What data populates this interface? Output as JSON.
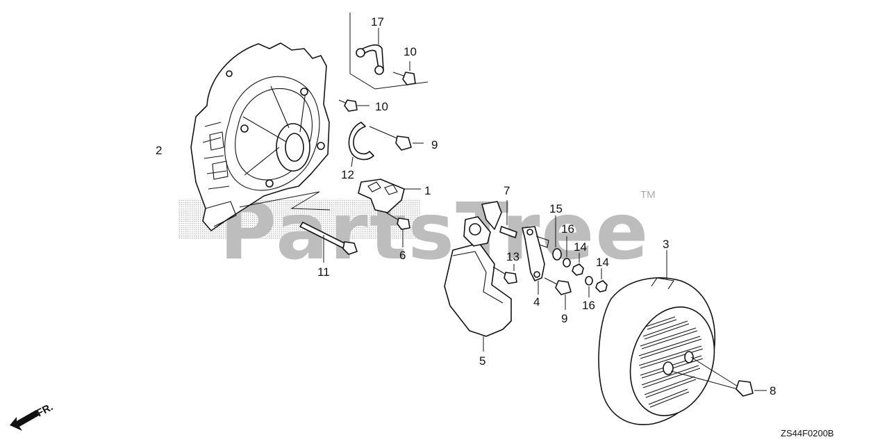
{
  "watermark": {
    "text": "PartsTree",
    "trademark": "TM"
  },
  "diagram_code": "ZS44F0200B",
  "direction_label": "FR.",
  "callouts": [
    "17",
    "10",
    "10",
    "9",
    "2",
    "12",
    "1",
    "7",
    "15",
    "16",
    "14",
    "14",
    "3",
    "11",
    "6",
    "13",
    "4",
    "9",
    "16",
    "5",
    "8"
  ]
}
